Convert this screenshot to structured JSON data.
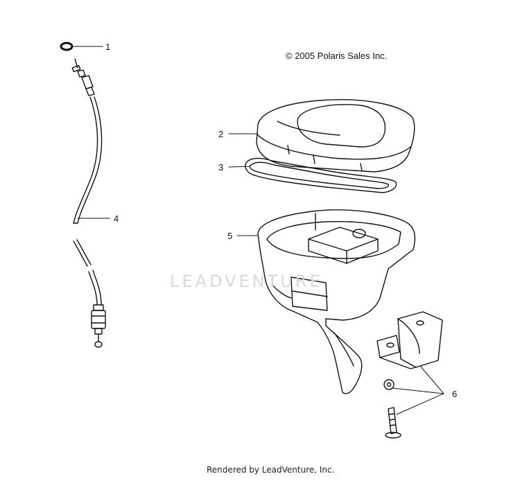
{
  "copyright": "© 2005 Polaris Sales Inc.",
  "watermark": "LEADVENTURE",
  "footer": "Rendered by LeadVenture, Inc.",
  "callouts": [
    {
      "id": "1"
    },
    {
      "id": "2"
    },
    {
      "id": "3"
    },
    {
      "id": "4"
    },
    {
      "id": "5"
    },
    {
      "id": "6"
    }
  ],
  "colors": {
    "line": "#111111",
    "watermark": "#d9d9d9"
  }
}
